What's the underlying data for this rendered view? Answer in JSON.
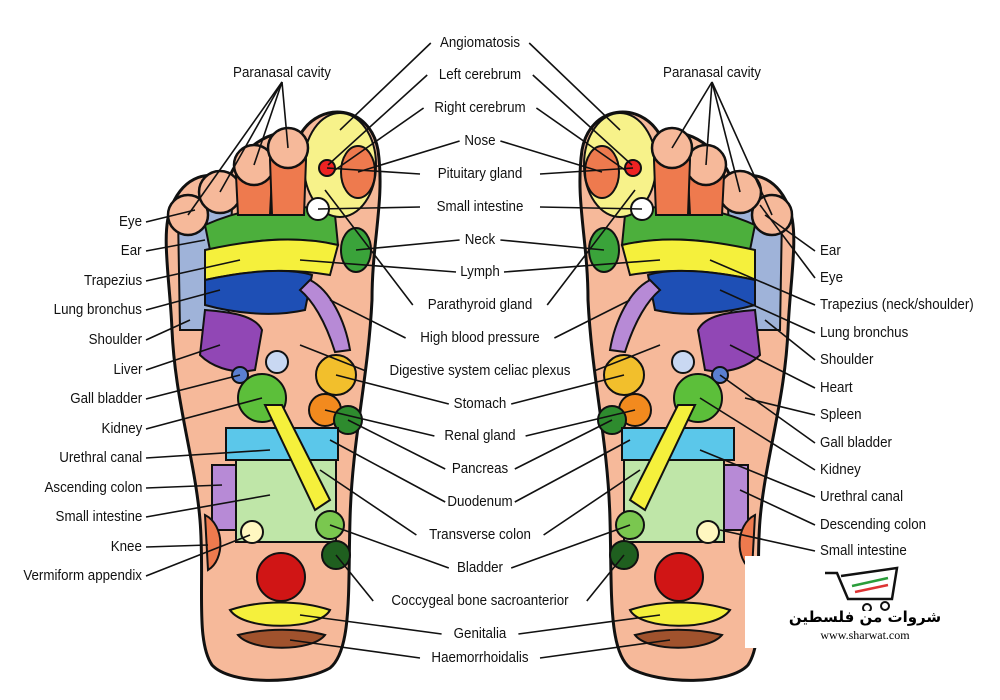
{
  "left_foot_labels": [
    "Eye",
    "Ear",
    "Trapezius",
    "Lung bronchus",
    "Shoulder",
    "Liver",
    "Gall bladder",
    "Kidney",
    "Urethral canal",
    "Ascending colon",
    "Small intestine",
    "Knee",
    "Vermiform appendix"
  ],
  "center_labels": [
    "Angiomatosis",
    "Left cerebrum",
    "Right cerebrum",
    "Nose",
    "Pituitary gland",
    "Small intestine",
    "Neck",
    "Lymph",
    "Parathyroid gland",
    "High blood pressure",
    "Digestive system celiac plexus",
    "Stomach",
    "Renal gland",
    "Pancreas",
    "Duodenum",
    "Transverse colon",
    "Bladder",
    "Coccygeal bone sacroanterior",
    "Genitalia",
    "Haemorrhoidalis"
  ],
  "right_foot_labels": [
    "Ear",
    "Eye",
    "Trapezius (neck/shoulder)",
    "Lung bronchus",
    "Shoulder",
    "Heart",
    "Spleen",
    "Gall bladder",
    "Kidney",
    "Urethral canal",
    "Descending colon",
    "Small intestine"
  ],
  "paranasal_left": "Paranasal cavity",
  "paranasal_right": "Paranasal cavity",
  "watermark": {
    "arabic": "شروات من فلسطين",
    "url": "www.sharwat.com"
  }
}
